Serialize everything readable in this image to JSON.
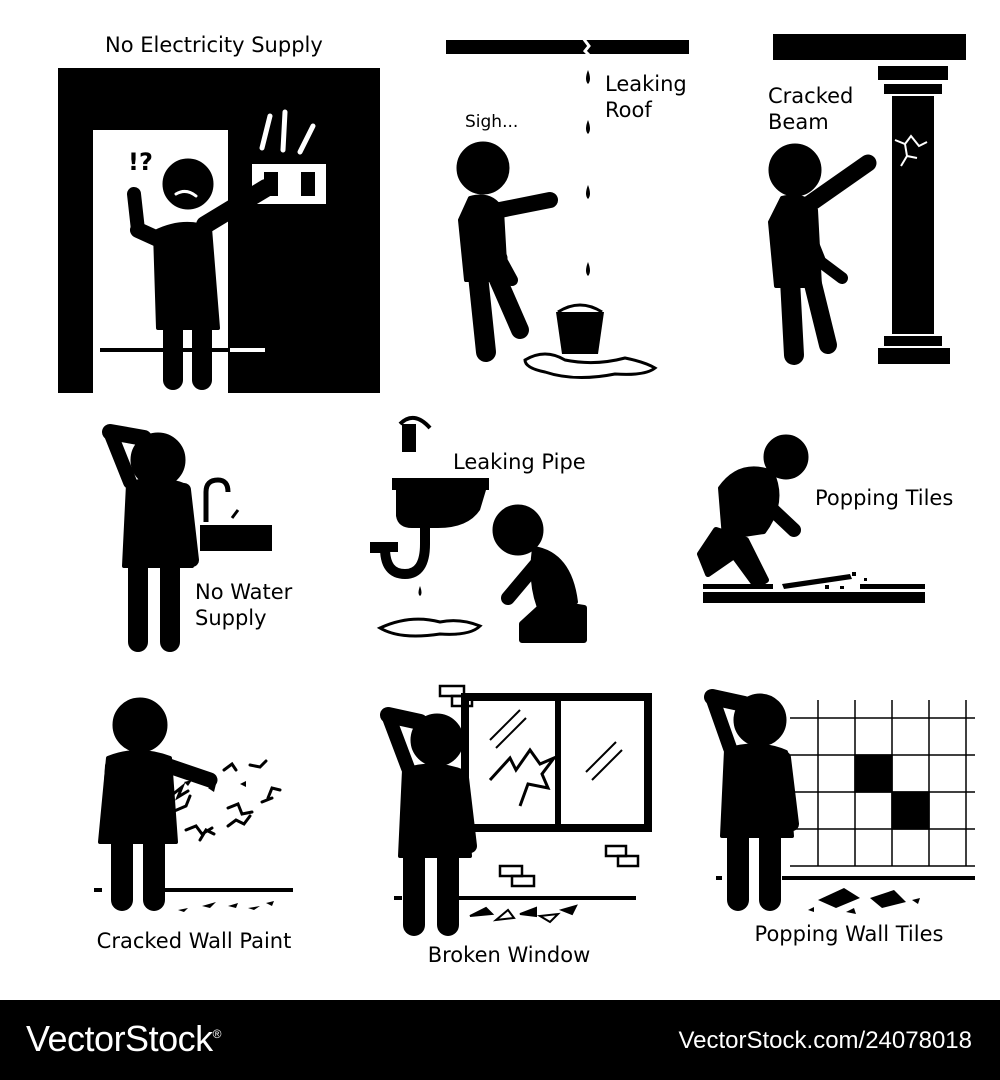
{
  "panels": [
    {
      "id": "no-electricity",
      "title": "No Electricity Supply",
      "exclaim": "!?"
    },
    {
      "id": "leaking-roof",
      "line1": "Leaking",
      "line2": "Roof",
      "sigh": "Sigh..."
    },
    {
      "id": "cracked-beam",
      "line1": "Cracked",
      "line2": "Beam"
    },
    {
      "id": "no-water",
      "line1": "No Water",
      "line2": "Supply"
    },
    {
      "id": "leaking-pipe",
      "title": "Leaking Pipe"
    },
    {
      "id": "popping-tiles",
      "title": "Popping Tiles"
    },
    {
      "id": "cracked-wall-paint",
      "title": "Cracked Wall Paint"
    },
    {
      "id": "broken-window",
      "title": "Broken Window"
    },
    {
      "id": "popping-wall-tiles",
      "title": "Popping Wall Tiles"
    }
  ],
  "footer": {
    "brand": "VectorStock",
    "brand_mark": "®",
    "url": "VectorStock.com/24078018"
  },
  "colors": {
    "ink": "#000000",
    "paper": "#ffffff",
    "footer_bg": "#000000"
  }
}
